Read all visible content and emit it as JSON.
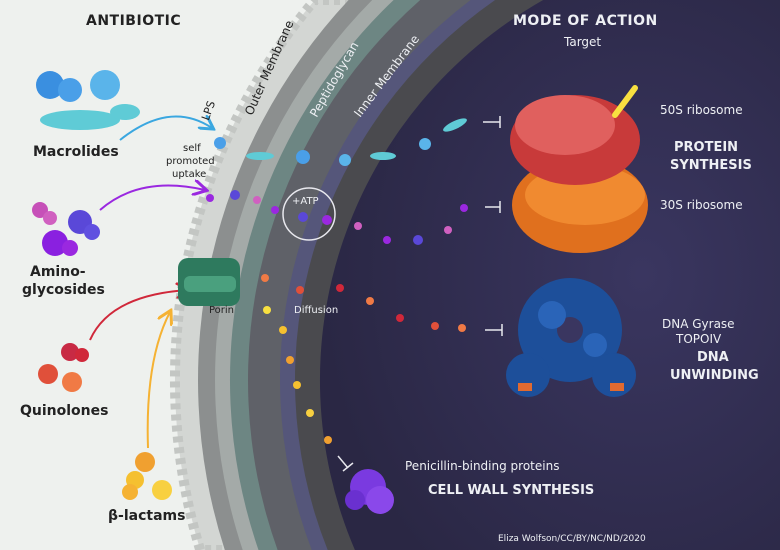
{
  "left": {
    "heading": "ANTIBIOTIC",
    "classes": [
      {
        "name": "Macrolides",
        "color": "#3aa7e0"
      },
      {
        "name_line1": "Amino-",
        "name_line2": "glycosides",
        "color": "#9a28e0"
      },
      {
        "name": "Quinolones",
        "color": "#d0283a"
      },
      {
        "name": "β-lactams",
        "color": "#f5b233"
      }
    ]
  },
  "layers": {
    "lps": "LPS",
    "outer_membrane": "Outer Membrane",
    "peptidoglycan": "Peptidoglycan",
    "inner_membrane": "Inner Membrane"
  },
  "uptake": {
    "self_promoted_line1": "self",
    "self_promoted_line2": "promoted",
    "self_promoted_line3": "uptake",
    "atp": "+ATP",
    "porin": "Porin",
    "diffusion": "Diffusion"
  },
  "right": {
    "heading": "MODE OF ACTION",
    "subheading": "Target",
    "ribosome_50s": "50S ribosome",
    "ribosome_30s": "30S ribosome",
    "protein_synthesis_line1": "PROTEIN",
    "protein_synthesis_line2": "SYNTHESIS",
    "dna_gyrase": "DNA Gyrase",
    "topoiv": "TOPOIV",
    "dna_unwinding_line1": "DNA",
    "dna_unwinding_line2": "UNWINDING",
    "pbp": "Penicillin-binding proteins",
    "cell_wall_synthesis": "CELL WALL SYNTHESIS"
  },
  "credit": "Eliza Wolfson/CC/BY/NC/ND/2020"
}
